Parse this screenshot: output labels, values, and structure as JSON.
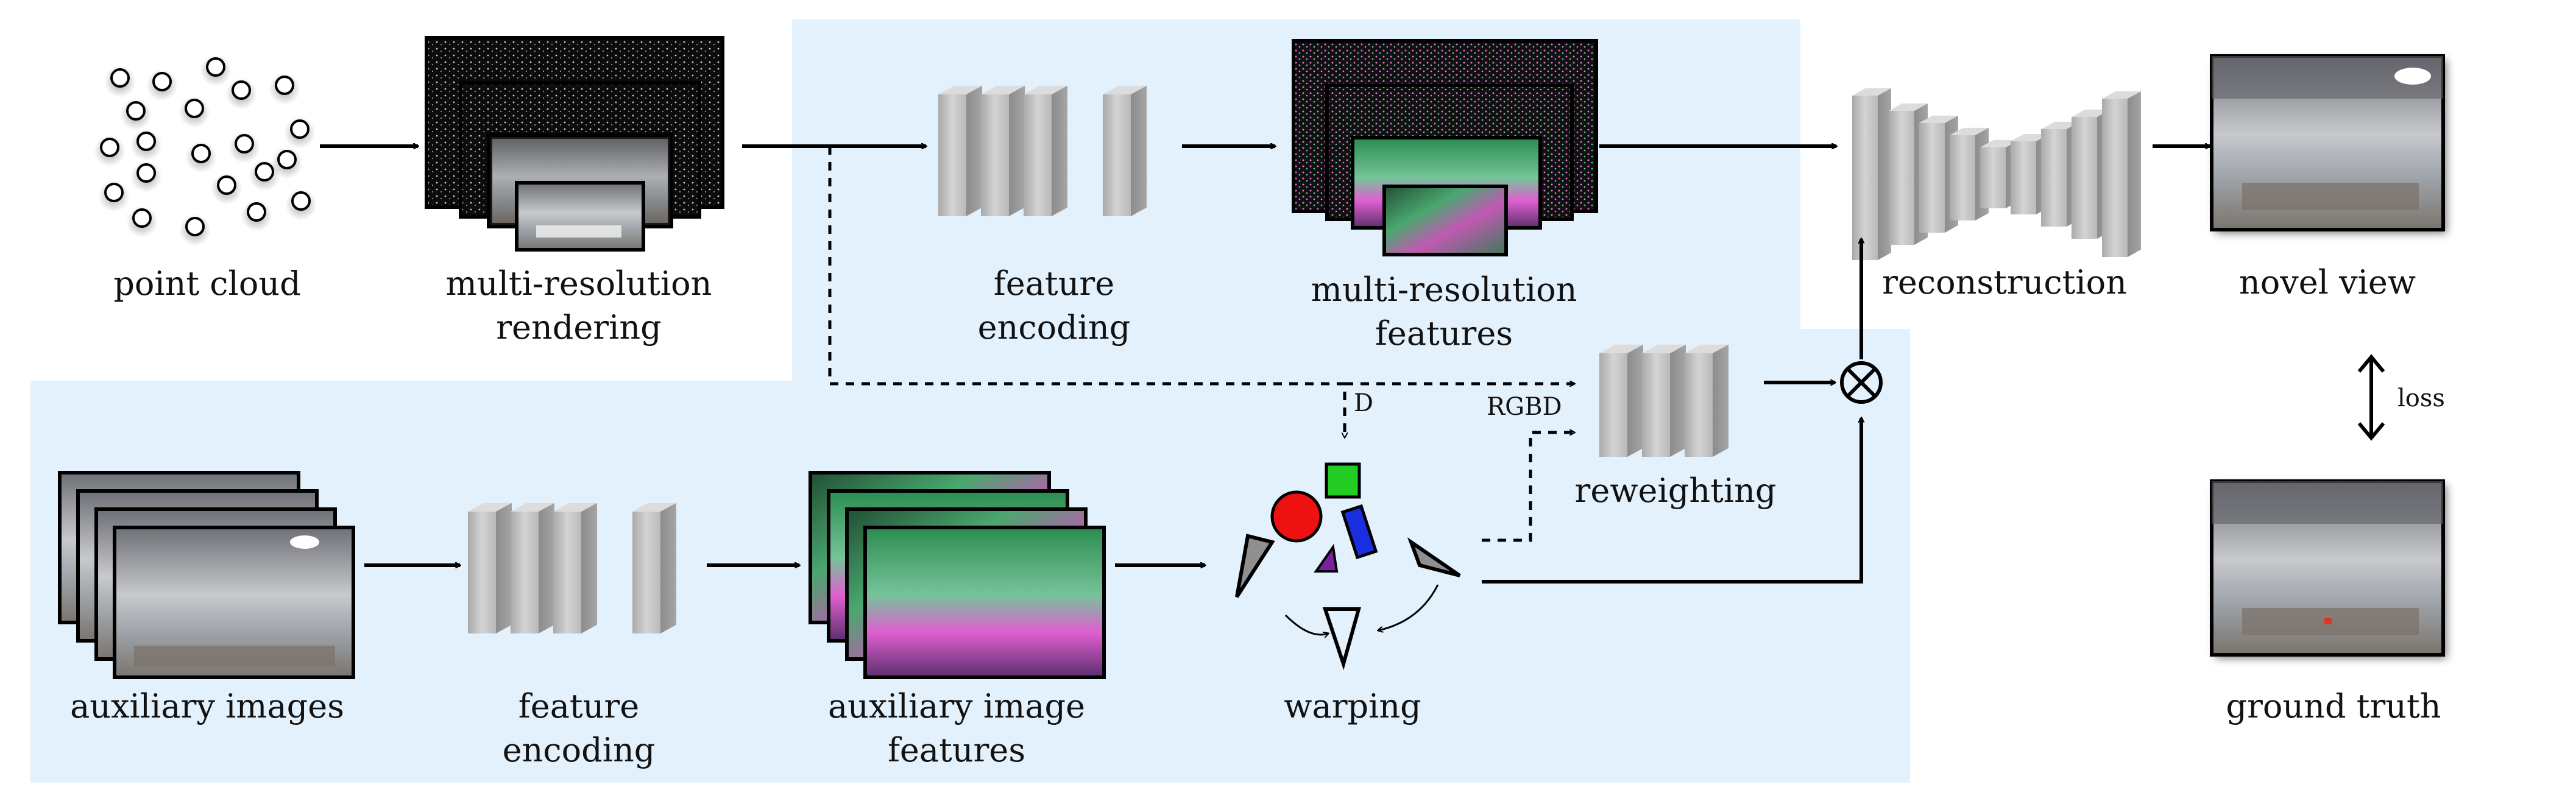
{
  "labels": {
    "point_cloud": "point cloud",
    "multi_resolution_rendering": "multi-resolution\nrendering",
    "feature_encoding_top": "feature\nencoding",
    "multi_resolution_features": "multi-resolution\nfeatures",
    "reconstruction": "reconstruction",
    "novel_view": "novel view",
    "loss": "loss",
    "ground_truth": "ground truth",
    "reweighting": "reweighting",
    "rgbd": "RGBD",
    "depth": "D",
    "auxiliary_images": "auxiliary images",
    "feature_encoding_bottom": "feature\nencoding",
    "auxiliary_image_features": "auxiliary image\nfeatures",
    "warping": "warping"
  },
  "icons": {
    "multiply_operator": "circled-times-icon",
    "up_down_arrow": "double-headed-arrow-icon"
  },
  "colors": {
    "region_background": "#e3f1fc",
    "red_circle": "#ee1111",
    "green_square": "#22cc22",
    "blue_bar": "#1a2ee0",
    "purple_triangle": "#7a1fa0"
  }
}
